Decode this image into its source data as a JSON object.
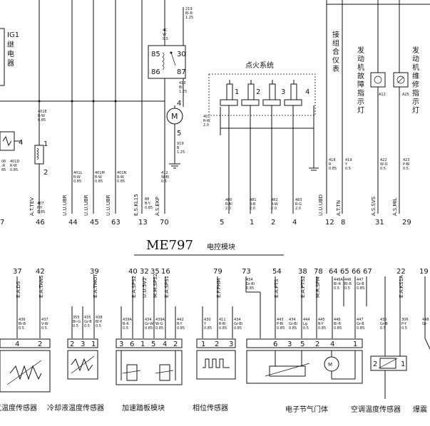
{
  "module_model": "ME797",
  "module_name": "电控模块",
  "labels": {
    "ig1_relay": "IG1继电器",
    "ignition_system": "点火系统",
    "to_cluster": "接组合仪表",
    "engine_fault_lamp": "发动机故障指示灯",
    "engine_service_lamp": "发动机维修指示灯",
    "intake_temp_sensor": "进气温度传感器",
    "coolant_temp_sensor": "冷却液温度传感器",
    "pedal_module": "加速踏板模块",
    "phase_sensor": "相位传感器",
    "throttle_body": "电子节气门体",
    "ac_temp_sensor": "空调温度传感器",
    "knock_sensor": "爆震"
  },
  "top_pins": [
    "7",
    "46",
    "44",
    "45",
    "63",
    "13",
    "70",
    "5",
    "1",
    "2",
    "4",
    "12",
    "8",
    "31",
    "29"
  ],
  "top_signals": [
    "A.T.TEV",
    "U.U.UBR",
    "U.U.UBR",
    "U.U.UBR",
    "E.S.KL15",
    "A.S.EKP",
    "U.U.UBD",
    "A.T.TN",
    "A.S.SVS",
    "A.S.MIL"
  ],
  "bottom_pins": [
    "37",
    "42",
    "39",
    "40",
    "32",
    "35",
    "16",
    "79",
    "73",
    "54",
    "38",
    "78",
    "64",
    "65",
    "66",
    "67",
    "22",
    "19"
  ],
  "bottom_signals": [
    "E.A.DS",
    "E.A.TANS",
    "E.A.TMOT",
    "E.A.SPS2",
    "U.U.5V2",
    "M.M.SPS2",
    "E.A.SPS1",
    "E.F.PHM",
    "E.A.PTS",
    "E.A.PTS2",
    "M.R.SPM",
    "E.A.KS1A"
  ],
  "coil_numbers": [
    "1",
    "2",
    "3",
    "4"
  ],
  "relay_terminals": [
    "85",
    "30",
    "86",
    "87"
  ],
  "connectors": {
    "intake": [
      "4",
      "2"
    ],
    "coolant": [
      "2",
      "3",
      "1"
    ],
    "pedal": [
      "3",
      "6",
      "1",
      "5",
      "4",
      "2"
    ],
    "phase": [
      "1",
      "2",
      "3"
    ],
    "throttle": [
      "6",
      "3",
      "5",
      "2",
      "4",
      "1"
    ],
    "ac": [
      "2",
      "1"
    ]
  },
  "wire_codes": {
    "w219": "219\nBl-R\n1.25",
    "w4c": "4C\nW\n0.5",
    "w413": "413\nBl\n1.25",
    "w919": "919\nB\n1.25",
    "w412": "412\nW-Bl\n0.5",
    "w401": "401\nR-W\n2.0",
    "w401e": "401E\nR-W\n0.85",
    "w407": "407\nP-Y\n0.85",
    "w401l": "401L\nR-W\n0.85",
    "w401m": "401M\nR-W\n0.85",
    "w401n": "401N\nR-W\n0.85",
    "w480": "480\nR-Bl\n2.0",
    "w481": "481\nR-B\n2.0",
    "w482": "482\nR-W\n2.0",
    "w483": "483\nR-G\n2.0",
    "w418": "418\nR\n0.85",
    "w419": "419\nY\n0.5",
    "w422": "422\nW-O\n0.5",
    "w423": "423\nP-Bl\n0.5",
    "w88": "88\nB-Y\n0.85"
  },
  "icons": [
    "relay-icon",
    "ignition-coil-icon",
    "motor-icon",
    "ground-icon",
    "lamp-icon",
    "thermistor-icon",
    "potentiometer-icon",
    "square-wave-icon"
  ]
}
